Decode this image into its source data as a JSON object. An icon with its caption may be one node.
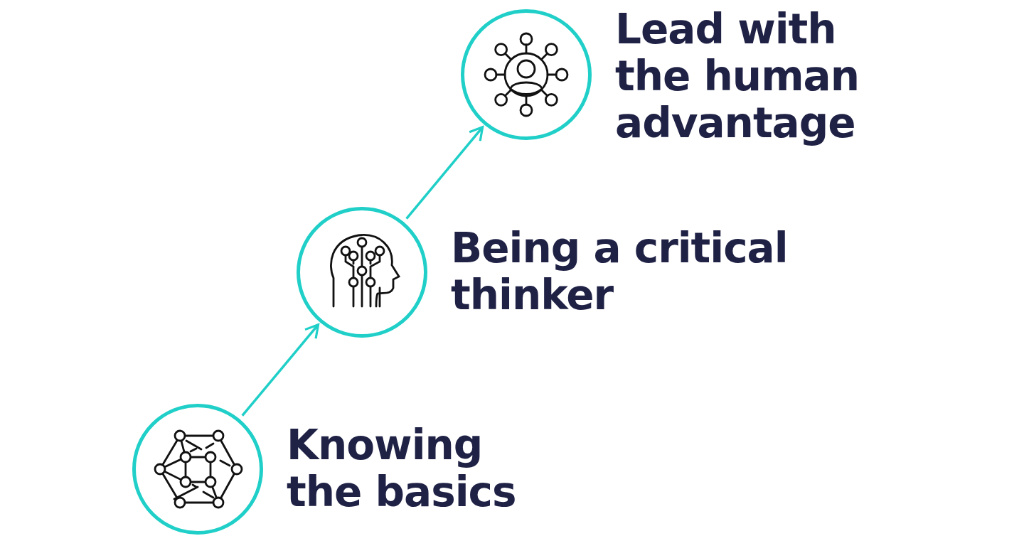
{
  "diagram": {
    "nodes": [
      {
        "text": [
          "Knowing the basics"
        ]
      },
      {
        "text": [
          "Being a critical thinker"
        ]
      },
      {
        "text": [
          "Lead with the human advantage"
        ]
      }
    ],
    "edges": [
      {
        "from": 0,
        "to": 1,
        "arrow": "to"
      },
      {
        "from": 1,
        "to": 2,
        "arrow": "to"
      }
    ]
  }
}
